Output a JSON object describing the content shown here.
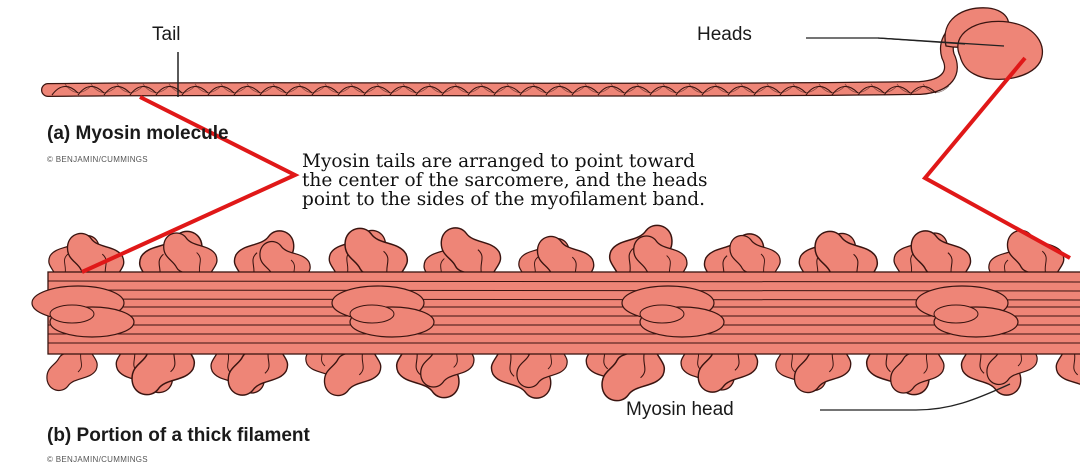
{
  "labels": {
    "tail": "Tail",
    "heads": "Heads",
    "title_a": "(a) Myosin molecule",
    "copyright_a": "© BENJAMIN/CUMMINGS",
    "caption_line1": "Myosin tails are arranged to point toward",
    "caption_line2": "the center of the sarcomere, and the heads",
    "caption_line3": "point to the sides of the myofilament band.",
    "myosin_head": "Myosin head",
    "title_b": "(b) Portion of a thick filament",
    "copyright_b": "© BENJAMIN/CUMMINGS"
  },
  "colors": {
    "myosin_fill": "#ee8577",
    "outline": "#3a1410",
    "pointer_red": "#e01818",
    "text": "#111111"
  }
}
